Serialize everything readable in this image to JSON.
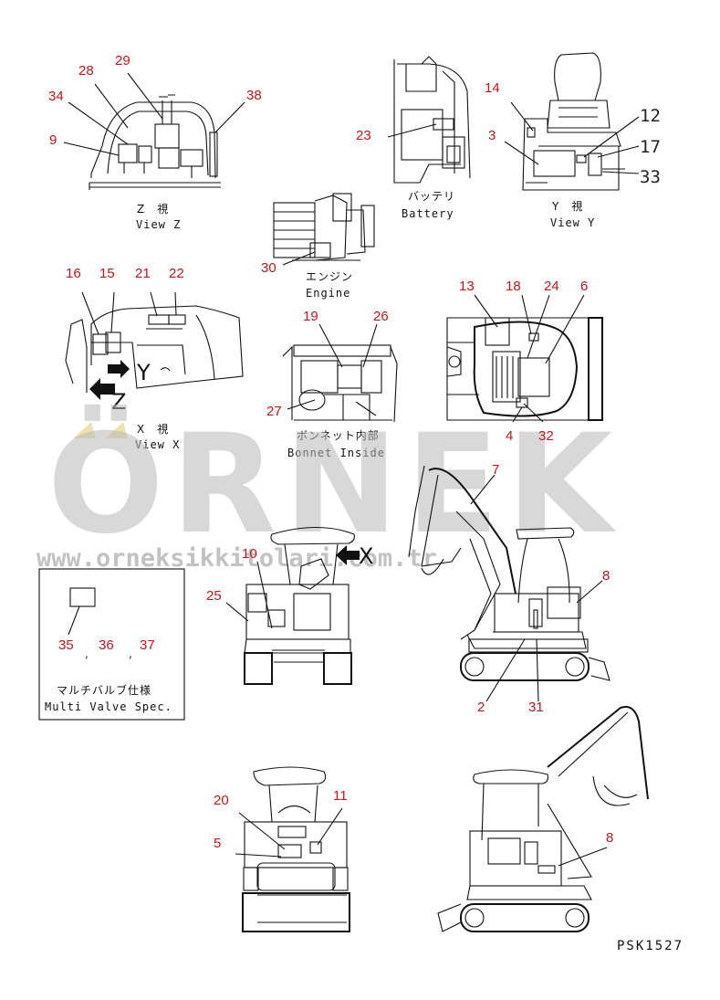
{
  "watermark": {
    "brand": "ÖRNEK",
    "url": "www.orneksikkitolari.com.tr"
  },
  "views": {
    "z": {
      "jp": "Z　視",
      "en": "View Z"
    },
    "battery": {
      "jp": "バッテリ",
      "en": "Battery"
    },
    "y": {
      "jp": "Y　視",
      "en": "View Y"
    },
    "engine": {
      "jp": "エンジン",
      "en": "Engine"
    },
    "x": {
      "jp": "X　視",
      "en": "View X"
    },
    "bonnet": {
      "jp": "ボンネット内部",
      "en": "Bonnet Inside"
    },
    "multi_valve": {
      "jp": "マルチバルブ仕様",
      "en": "Multi Valve Spec."
    }
  },
  "arrows": {
    "y": "Y",
    "z": "Z",
    "x": "X"
  },
  "callouts": {
    "c28": "28",
    "c29": "29",
    "c34": "34",
    "c38": "38",
    "c9": "9",
    "c14": "14",
    "c23": "23",
    "c3": "3",
    "c12": "12",
    "c17": "17",
    "c33": "33",
    "c30": "30",
    "c16": "16",
    "c15": "15",
    "c21": "21",
    "c22": "22",
    "c13": "13",
    "c18": "18",
    "c24": "24",
    "c6": "6",
    "c19": "19",
    "c26": "26",
    "c27": "27",
    "c4": "4",
    "c32": "32",
    "c7": "7",
    "c10": "10",
    "c25": "25",
    "c8a": "8",
    "c35": "35",
    "c36": "36",
    "c37": "37",
    "sep1": ",",
    "sep2": ",",
    "c2": "2",
    "c31": "31",
    "c20": "20",
    "c11": "11",
    "c5": "5",
    "c8b": "8"
  },
  "drawing_code": "PSK1527"
}
